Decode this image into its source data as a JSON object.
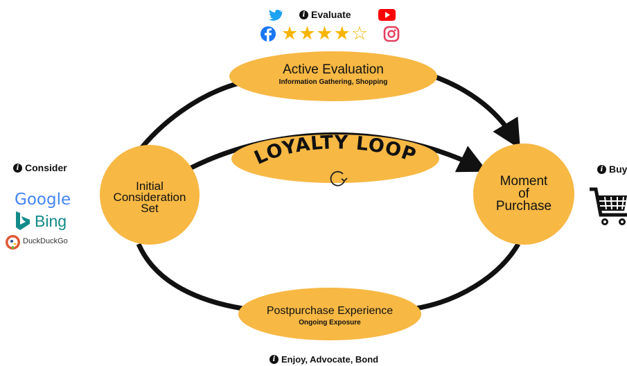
{
  "ovals": {
    "active_evaluation": {
      "title": "Active Evaluation",
      "subtitle": "Information Gathering, Shopping"
    },
    "postpurchase": {
      "title": "Postpurchase Experience",
      "subtitle": "Ongoing Exposure"
    }
  },
  "circles": {
    "initial": {
      "line1": "Initial",
      "line2": "Consideration",
      "line3": "Set"
    },
    "moment": {
      "line1": "Moment",
      "line2": "of",
      "line3": "Purchase"
    }
  },
  "loyalty_loop": {
    "label": "LOYALTY LOOP"
  },
  "stages": {
    "evaluate": "Evaluate",
    "consider": "Consider",
    "buy": "Buy",
    "enjoy": "Enjoy, Advocate, Bond"
  },
  "brands": {
    "google": "Google",
    "bing": "Bing",
    "duckduckgo": "DuckDuckGo"
  },
  "rating": {
    "value": 4,
    "max": 5,
    "filled": "★★★★",
    "empty": "☆"
  },
  "colors": {
    "accent": "#f7b844",
    "arrow": "#111111",
    "star": "#f7b500",
    "twitter": "#1da1f2",
    "youtube": "#ff0000",
    "facebook": "#1877f2"
  },
  "icons": [
    "info-icon",
    "twitter-icon",
    "youtube-icon",
    "facebook-icon",
    "instagram-icon",
    "bing-icon",
    "duckduckgo-icon",
    "shopping-cart-icon",
    "refresh-icon"
  ]
}
